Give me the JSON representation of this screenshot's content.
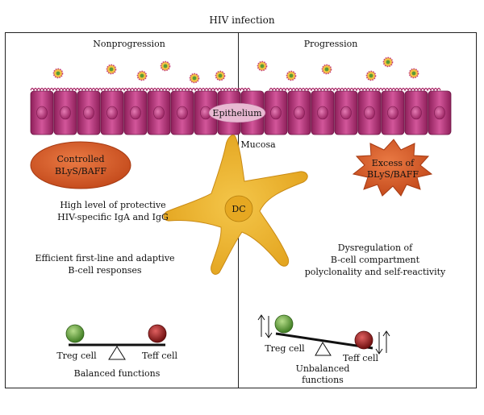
{
  "title": "HIV infection",
  "left": {
    "header": "Nonprogression",
    "blys_line1": "Controlled",
    "blys_line2": "BLyS/BAFF",
    "text1_line1": "High level of protective",
    "text1_line2": "HIV-specific IgA and IgG",
    "text2_line1": "Efficient first-line and adaptive",
    "text2_line2": "B-cell responses",
    "treg": "Treg cell",
    "teff": "Teff cell",
    "balance": "Balanced functions"
  },
  "right": {
    "header": "Progression",
    "blys_line1": "Excess of",
    "blys_line2": "BLyS/BAFF",
    "text_line1": "Dysregulation of",
    "text_line2": "B-cell compartment",
    "text_line3": "polyclonality and self-reactivity",
    "treg": "Treg cell",
    "teff": "Teff cell",
    "balance_line1": "Unbalanced",
    "balance_line2": "functions"
  },
  "center": {
    "epithelium": "Epithelium",
    "mucosa": "Mucosa",
    "dc": "DC"
  },
  "colors": {
    "epithelium": "#c2417f",
    "dc": "#f0b72e",
    "blys": "#d85a24",
    "treg": "#5ea03a",
    "teff": "#9a1d1d"
  }
}
